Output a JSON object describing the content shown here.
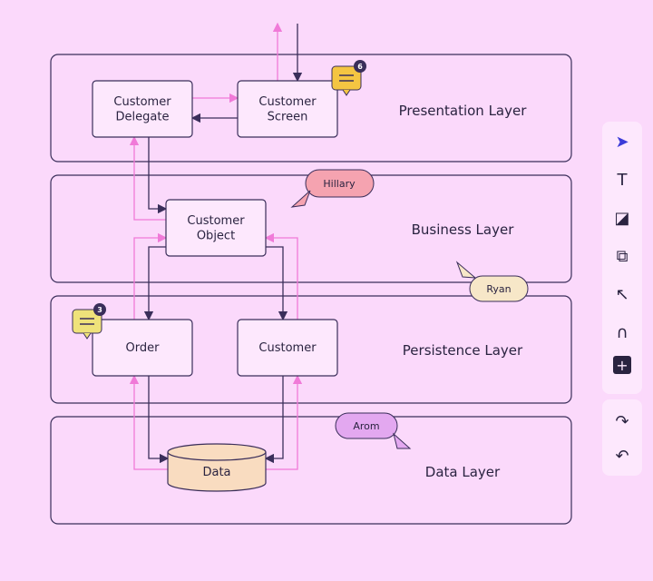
{
  "layers": [
    {
      "id": "presentation",
      "label": "Presentation Layer"
    },
    {
      "id": "business",
      "label": "Business Layer"
    },
    {
      "id": "persistence",
      "label": "Persistence Layer"
    },
    {
      "id": "data",
      "label": "Data Layer"
    }
  ],
  "nodes": {
    "customer_delegate": "Customer Delegate",
    "customer_screen": "Customer Screen",
    "customer_object": "Customer Object",
    "order": "Order",
    "customer": "Customer",
    "data": "Data"
  },
  "cursors": [
    {
      "name": "Hillary",
      "color": "#f5a3b0"
    },
    {
      "name": "Ryan",
      "color": "#f7e7c8"
    },
    {
      "name": "Arom",
      "color": "#e3a8f0"
    }
  ],
  "comments": [
    {
      "count": "6",
      "color": "#f4c542"
    },
    {
      "count": "3",
      "color": "#efe27a"
    }
  ],
  "toolbar": {
    "tools": [
      {
        "name": "select-tool-icon",
        "glyph": "➤"
      },
      {
        "name": "text-tool-icon",
        "glyph": "T"
      },
      {
        "name": "sticky-note-icon",
        "glyph": "◪"
      },
      {
        "name": "shapes-icon",
        "glyph": "⧉"
      },
      {
        "name": "connector-icon",
        "glyph": "↖"
      },
      {
        "name": "pen-icon",
        "glyph": "∩"
      },
      {
        "name": "add-icon",
        "glyph": "+"
      }
    ],
    "history": [
      {
        "name": "redo-icon",
        "glyph": "↷"
      },
      {
        "name": "undo-icon",
        "glyph": "↶"
      }
    ]
  },
  "colors": {
    "background": "#fbd9fb",
    "line_dark": "#3a2e5a",
    "line_pink": "#f07ad8",
    "box_fill": "#fde8fd",
    "data_fill": "#f9dcc0"
  }
}
